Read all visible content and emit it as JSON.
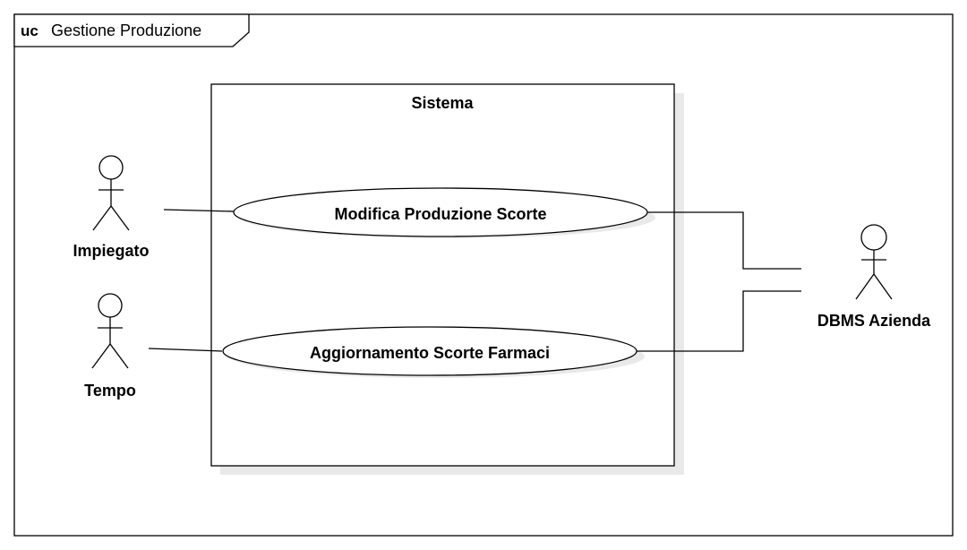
{
  "frame": {
    "keyword": "uc",
    "title": "Gestione Produzione"
  },
  "system": {
    "name": "Sistema"
  },
  "actors": {
    "impiegato": "Impiegato",
    "tempo": "Tempo",
    "dbms": "DBMS Azienda"
  },
  "use_cases": {
    "modifica": "Modifica Produzione Scorte",
    "aggiornamento": "Aggiornamento Scorte Farmaci"
  }
}
